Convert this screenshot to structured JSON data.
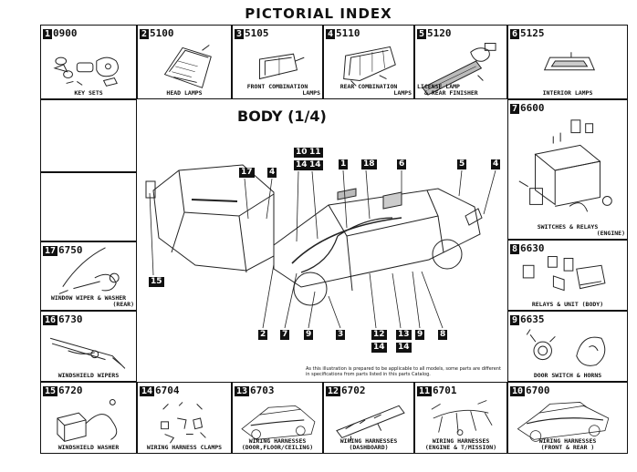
{
  "page_title": "PICTORIAL INDEX",
  "body_title": "BODY (1/4)",
  "note": "As this illustration is prepared to be applicable to all models, some parts are different in specifications from parts listed in this parts Catalog.",
  "top_cells": [
    {
      "num": "1",
      "code": "0900",
      "caption": [
        "KEY SETS"
      ]
    },
    {
      "num": "2",
      "code": "5100",
      "caption": [
        "HEAD LAMPS"
      ]
    },
    {
      "num": "3",
      "code": "5105",
      "caption": [
        "FRONT COMBINATION",
        "LAMPS"
      ]
    },
    {
      "num": "4",
      "code": "5110",
      "caption": [
        "REAR COMBINATION",
        "LAMPS"
      ]
    },
    {
      "num": "5",
      "code": "5120",
      "caption": [
        "LICENSE LAMP",
        "& REAR FINISHER"
      ]
    },
    {
      "num": "6",
      "code": "5125",
      "caption": [
        "INTERIOR LAMPS"
      ]
    }
  ],
  "right_cells": [
    {
      "num": "7",
      "code": "6600",
      "caption": [
        "SWITCHES & RELAYS",
        "(ENGINE)"
      ]
    },
    {
      "num": "8",
      "code": "6630",
      "caption": [
        "RELAYS & UNIT (BODY)"
      ]
    },
    {
      "num": "9",
      "code": "6635",
      "caption": [
        "DOOR SWITCH & HORNS"
      ]
    }
  ],
  "left_cells": [
    {
      "num": "17",
      "code": "6750",
      "caption": [
        "WINDOW WIPER & WASHER",
        "(REAR)"
      ]
    },
    {
      "num": "16",
      "code": "6730",
      "caption": [
        "WINDSHIELD WIPERS"
      ]
    }
  ],
  "bottom_cells": [
    {
      "num": "15",
      "code": "6720",
      "caption": [
        "WINDSHIELD WASHER"
      ]
    },
    {
      "num": "14",
      "code": "6704",
      "caption": [
        "WIRING HARNESS CLAMPS"
      ]
    },
    {
      "num": "13",
      "code": "6703",
      "caption": [
        "WIRING HARNESSES",
        "(DOOR,FLOOR/CEILING)"
      ]
    },
    {
      "num": "12",
      "code": "6702",
      "caption": [
        "WIRING HARNESSES",
        "(DASHBOARD)"
      ]
    },
    {
      "num": "11",
      "code": "6701",
      "caption": [
        "WIRING HARNESSES",
        "(ENGINE & T/MISSION)"
      ]
    },
    {
      "num": "10",
      "code": "6700",
      "caption": [
        "WIRING HARNESSES",
        "(FRONT & REAR )"
      ]
    }
  ],
  "callouts": [
    "10",
    "11",
    "14",
    "14",
    "17",
    "4",
    "1",
    "18",
    "6",
    "5",
    "4",
    "15",
    "2",
    "7",
    "9",
    "3",
    "12",
    "14",
    "13",
    "14",
    "9",
    "8"
  ]
}
